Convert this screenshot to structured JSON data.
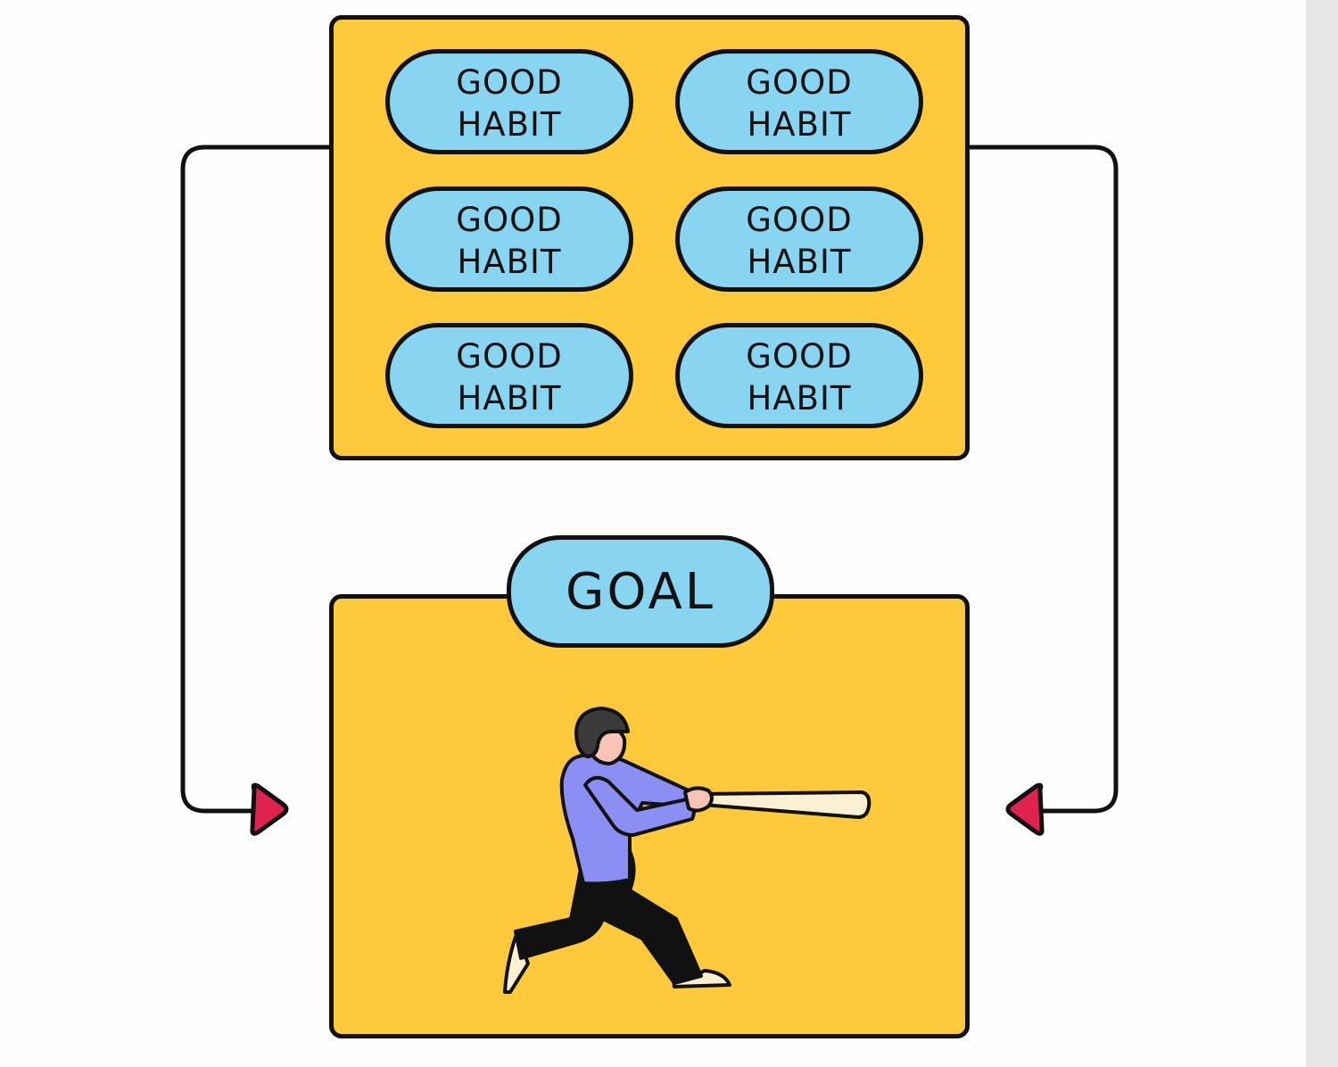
{
  "habits": {
    "items": [
      {
        "label": "GOOD HABIT"
      },
      {
        "label": "GOOD HABIT"
      },
      {
        "label": "GOOD HABIT"
      },
      {
        "label": "GOOD HABIT"
      },
      {
        "label": "GOOD HABIT"
      },
      {
        "label": "GOOD HABIT"
      }
    ]
  },
  "goal": {
    "label": "GOAL"
  },
  "colors": {
    "panel": "#ffc93c",
    "pill": "#87d5f1",
    "outline": "#111111",
    "arrowhead": "#e0234e",
    "shirt": "#8b8ff3",
    "bat": "#fbf1d2"
  },
  "icons": {
    "left_arrowhead": "triangle-right-icon",
    "right_arrowhead": "triangle-left-icon",
    "illustration": "baseball-batter-icon"
  }
}
